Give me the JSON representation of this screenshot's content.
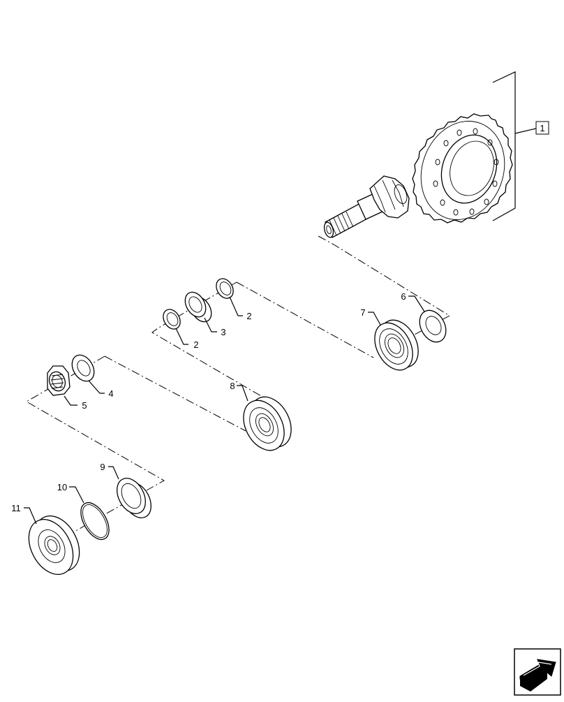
{
  "diagram": {
    "callouts": [
      {
        "id": "c1",
        "text": "1"
      },
      {
        "id": "c2a",
        "text": "2"
      },
      {
        "id": "c2b",
        "text": "2"
      },
      {
        "id": "c3",
        "text": "3"
      },
      {
        "id": "c4",
        "text": "4"
      },
      {
        "id": "c5",
        "text": "5"
      },
      {
        "id": "c6",
        "text": "6"
      },
      {
        "id": "c7",
        "text": "7"
      },
      {
        "id": "c8",
        "text": "8"
      },
      {
        "id": "c9",
        "text": "9"
      },
      {
        "id": "c10",
        "text": "10"
      },
      {
        "id": "c11",
        "text": "11"
      }
    ],
    "nav_icon": "next-page-arrow-icon"
  }
}
